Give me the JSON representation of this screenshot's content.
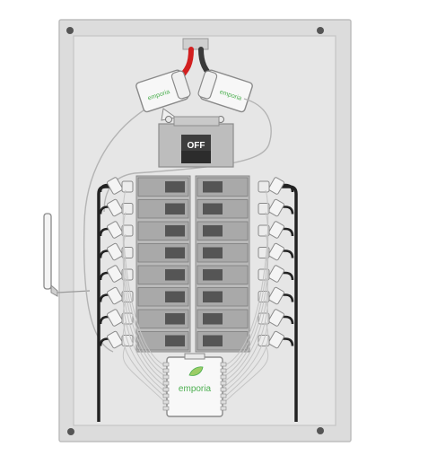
{
  "diagram": {
    "main_breaker_label": "OFF",
    "ct_clamp_brand": "emporia",
    "monitor_brand": "emporia",
    "breaker_rows": 8,
    "colors": {
      "panel_fill": "#dcdcdc",
      "panel_stroke": "#bdbdbd",
      "hot_wire_red": "#d21f1f",
      "hot_wire_black": "#3a3a3a",
      "bus_wire": "#222222",
      "brand_green": "#4caf50",
      "breaker_fill": "#a9a9a9",
      "breaker_switch": "#555555"
    },
    "icons": [
      "antenna-icon",
      "leaf-icon"
    ]
  }
}
